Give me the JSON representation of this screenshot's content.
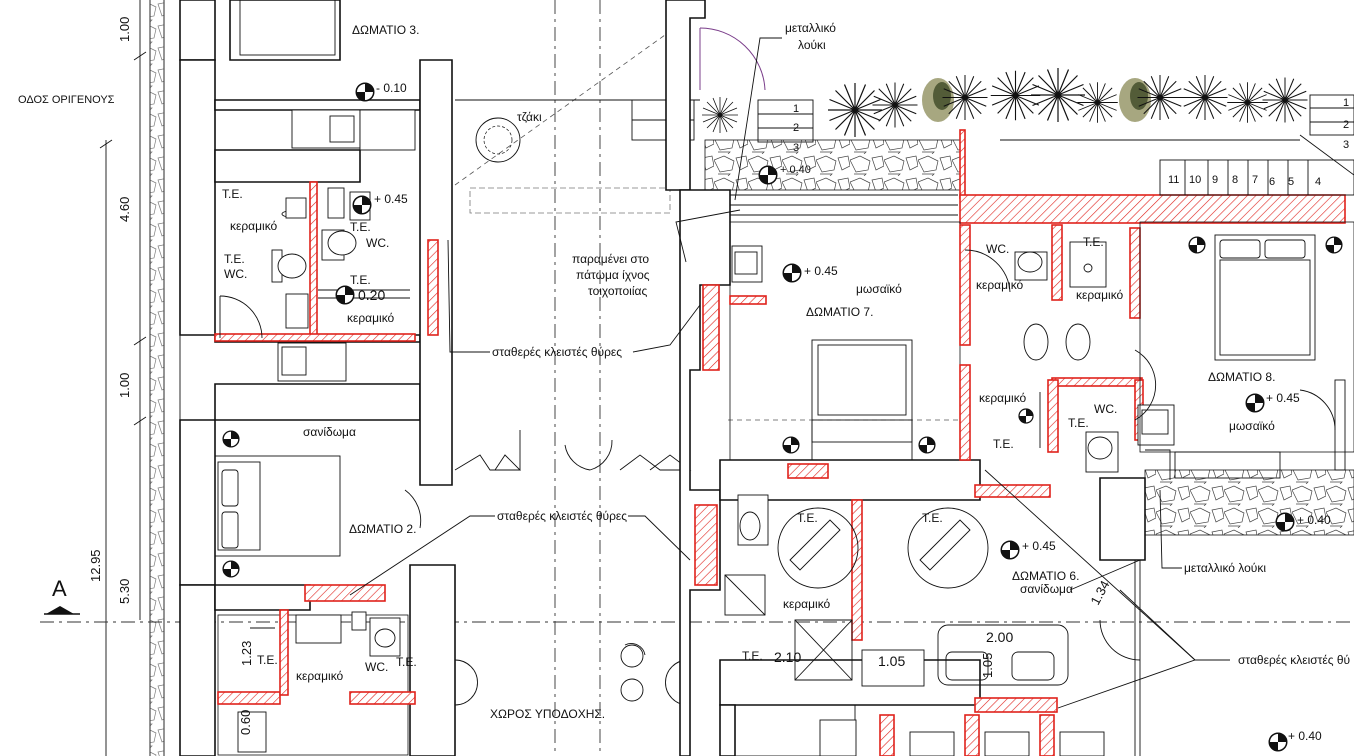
{
  "labels": {
    "street": "ΟΔΟΣ ΟΡΙΓΕΝΟΥΣ",
    "room3": "ΔΩΜΑΤΙΟ 3.",
    "room2": "ΔΩΜΑΤΙΟ 2.",
    "room7": "ΔΩΜΑΤΙΟ 7.",
    "room8": "ΔΩΜΑΤΙΟ 8.",
    "room6": "ΔΩΜΑΤΙΟ 6.",
    "room6_floor": "σανίδωμα",
    "reception": "ΧΩΡΟΣ ΥΠΟΔΟΧΗΣ.",
    "fireplace": "τζάκι",
    "metal_gutter": "μεταλλικό",
    "metal_gutter2": "λούκι",
    "metal_gutter_full": "μεταλλικό λούκι",
    "wall_trace1": "παραμένει στο",
    "wall_trace2": "πάτωμα ίχνος",
    "wall_trace3": "τοιχοποιίας",
    "fixed_doors": "σταθερές κλειστές θύρες",
    "fixed_doors_cut": "σταθερές κλειστές θύ",
    "ceramic": "κεραμικό",
    "mosaic": "μωσαϊκό",
    "planks": "σανίδωμα",
    "te": "Τ.Ε.",
    "wc": "WC.",
    "section": "A"
  },
  "levels": {
    "l_m010": "- 0.10",
    "l_045": "+ 0.45",
    "l_040": "+ 0.40",
    "l_020": "0.20"
  },
  "dimensions": {
    "d100a": "1.00",
    "d460": "4.60",
    "d100b": "1.00",
    "d1295": "12.95",
    "d530": "5.30",
    "d123": "1.23",
    "d060": "0.60",
    "d210": "2.10",
    "d105a": "1.05",
    "d105b": "1.05",
    "d200": "2.00",
    "d134": "1.34"
  },
  "stairs_left": [
    "1",
    "2",
    "3"
  ],
  "stairs_right": [
    "11",
    "10",
    "9",
    "8",
    "7",
    "6",
    "5",
    "4"
  ],
  "stairs_right_top": [
    "1",
    "2",
    "3"
  ],
  "colors": {
    "new_wall": "#e0221c",
    "line": "#111111",
    "background": "#ffffff"
  }
}
